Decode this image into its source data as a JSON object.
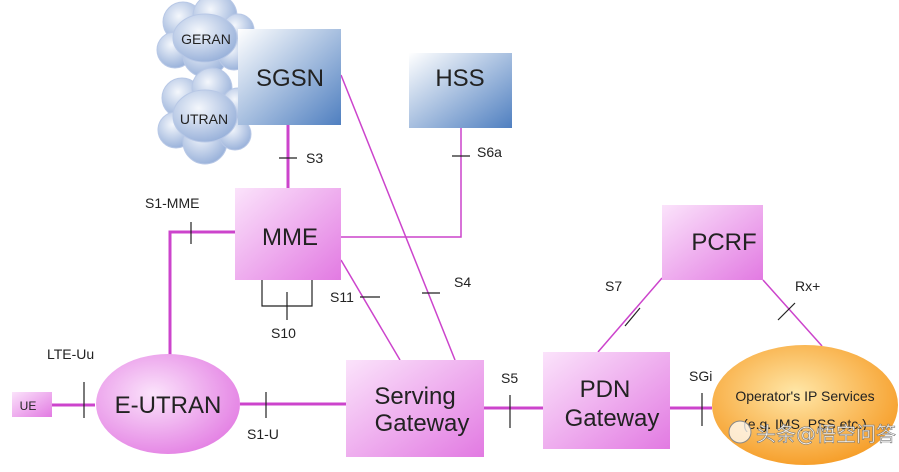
{
  "nodes": {
    "geran": "GERAN",
    "utran": "UTRAN",
    "sgsn": "SGSN",
    "hss": "HSS",
    "mme": "MME",
    "pcrf": "PCRF",
    "eutran": "E-UTRAN",
    "ue": "UE",
    "serving_gw_line1": "Serving",
    "serving_gw_line2": "Gateway",
    "pdn_gw_line1": "PDN",
    "pdn_gw_line2": "Gateway",
    "ops_line1": "Operator's IP Services",
    "ops_line2": "(e.g. IMS, PSS etc.)"
  },
  "interfaces": {
    "s3": "S3",
    "s6a": "S6a",
    "s1_mme": "S1-MME",
    "s10": "S10",
    "s11": "S11",
    "s4": "S4",
    "s7": "S7",
    "rx": "Rx+",
    "lte_uu": "LTE-Uu",
    "s1_u": "S1-U",
    "s5": "S5",
    "sgi": "SGi"
  },
  "watermark": "头条@悟空问答",
  "colors": {
    "node_violet": "#ee88ee",
    "line_magenta": "#cc44cc",
    "box_blue": "#6a90c8",
    "cloud_blue": "#9fb8e0",
    "ops_orange": "#f5a020"
  }
}
